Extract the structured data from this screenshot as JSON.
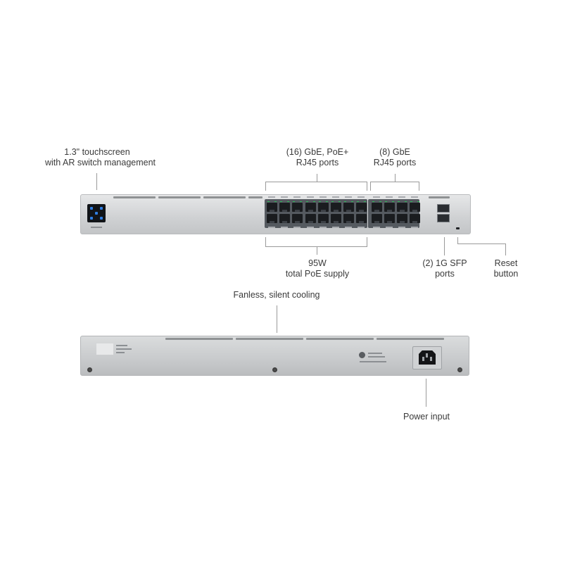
{
  "front_labels": {
    "touchscreen": "1.3\" touchscreen\nwith AR switch management",
    "poe_ports": "(16) GbE, PoE+\nRJ45 ports",
    "gbe_ports": "(8) GbE\nRJ45 ports",
    "poe_supply": "95W\ntotal PoE supply",
    "sfp_ports": "(2) 1G SFP\nports",
    "reset_button": "Reset\nbutton"
  },
  "rear_labels": {
    "cooling": "Fanless, silent cooling",
    "power": "Power input"
  },
  "colors": {
    "chassis": "#cfd1d3",
    "port": "#1a1c1f",
    "led_green": "#2ab855",
    "screen_accent": "#2f7de1",
    "leader_line": "#9a9a9a"
  }
}
